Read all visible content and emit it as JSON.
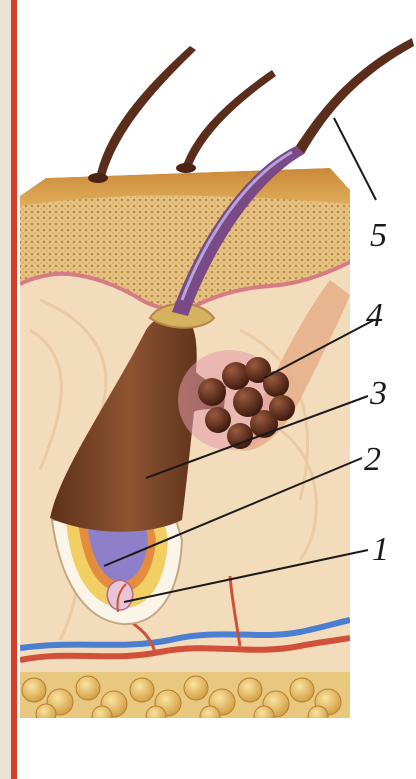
{
  "labels": [
    {
      "id": "callout-1",
      "text": "1"
    },
    {
      "id": "callout-2",
      "text": "2"
    },
    {
      "id": "callout-3",
      "text": "3"
    },
    {
      "id": "callout-4",
      "text": "4"
    },
    {
      "id": "callout-5",
      "text": "5"
    }
  ],
  "colors": {
    "frame": "#cf3f2b",
    "background": "#ffffff",
    "epidermis": "#e2bc66",
    "dermis": "#f3dcbc",
    "follicle": "#7a4428",
    "hair": "#5a2e1a",
    "gland": "#5a2a1c",
    "artery": "#d0503a",
    "vein": "#4c7fd0",
    "fat": "#ecc566"
  }
}
